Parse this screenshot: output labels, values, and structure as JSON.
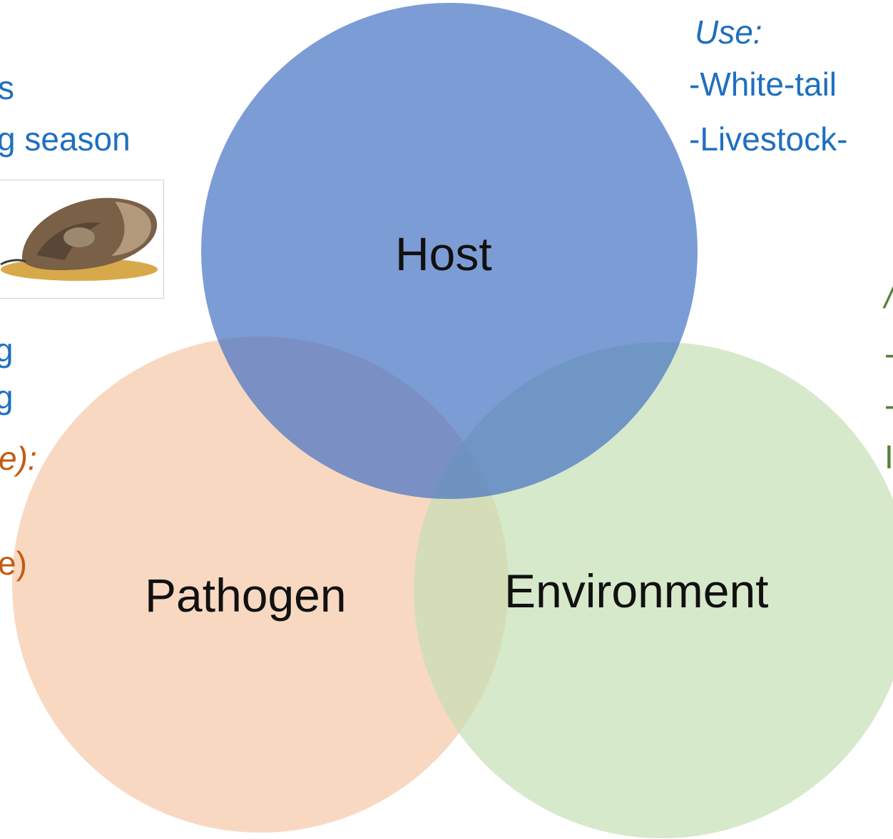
{
  "colors": {
    "host_fill": "#4472c4",
    "pathogen_fill": "#f4b183",
    "environment_fill": "#c5e0b4",
    "text_blue": "#1f6fbf",
    "text_orange": "#c55a11",
    "text_green": "#548235"
  },
  "circles": {
    "host": "Host",
    "pathogen": "Pathogen",
    "environment": "Environment"
  },
  "left_text": {
    "line1": "s",
    "line2": "g season",
    "line3": "g",
    "line4": "g",
    "line5": "e):",
    "line6": "e)"
  },
  "right_text": {
    "heading": "Use:",
    "line1": "-White-tail",
    "line2": "-Livestock-"
  },
  "far_right_marks": {
    "mark1": "/",
    "mark2": "-",
    "mark3": "-",
    "mark4": "I"
  },
  "image": {
    "icon": "snail-shell-photo"
  }
}
